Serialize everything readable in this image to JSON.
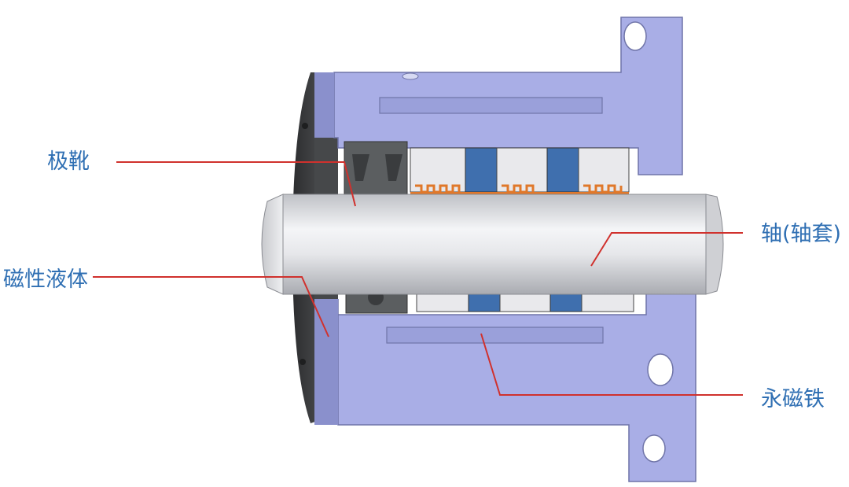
{
  "labels": {
    "pole_shoe": "极靴",
    "magnetic_fluid": "磁性液体",
    "shaft": "轴(轴套)",
    "permanent_magnet": "永磁铁"
  },
  "colors": {
    "label_text": "#2f6fb3",
    "leader_line": "#d0312d",
    "housing": "#a9aee6",
    "housing_dark": "#8a90cc",
    "pole_piece": "#5b5e60",
    "magnet": "#3f6fae",
    "spacer": "#e9e9ec",
    "shaft": "#e3e4e8",
    "fluid": "#e0782a",
    "flange_dark": "#3b3c3e"
  }
}
